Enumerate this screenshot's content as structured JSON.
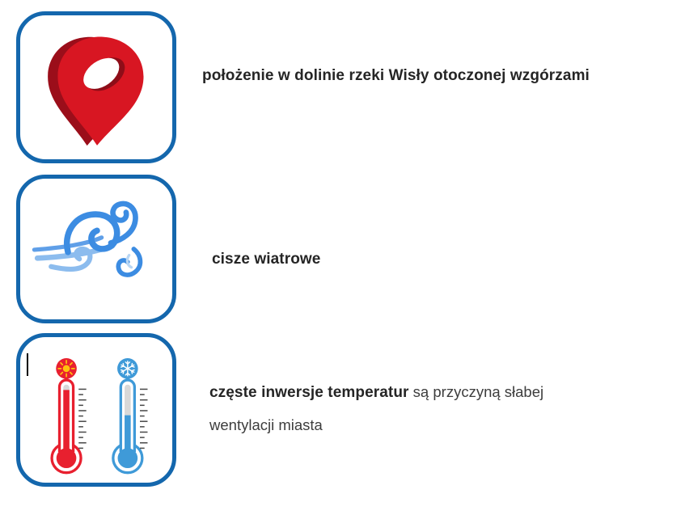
{
  "page": {
    "background": "#ffffff"
  },
  "colors": {
    "box_border": "#1467ad",
    "text_primary": "#252525",
    "text_secondary": "#3d3d3d",
    "pin_red": "#d81622",
    "pin_red_dark": "#9b0e1a",
    "wind_blue_dark": "#3c8ce2",
    "wind_blue_light": "#8cbcee",
    "thermo_red": "#e8202f",
    "thermo_blue": "#3f9ad8",
    "sun_yellow": "#ffc10d",
    "tick_gray": "#4a4a4a"
  },
  "rows": [
    {
      "icon": "location-pin",
      "text": "położenie w dolinie rzeki Wisły otoczonej wzgórzami"
    },
    {
      "icon": "wind",
      "text": "cisze wiatrowe"
    },
    {
      "icon": "thermometers-hot-cold",
      "text_bold": "częste inwersje temperatur",
      "text_regular": " są przyczyną słabej",
      "text_line2": "wentylacji miasta"
    }
  ]
}
